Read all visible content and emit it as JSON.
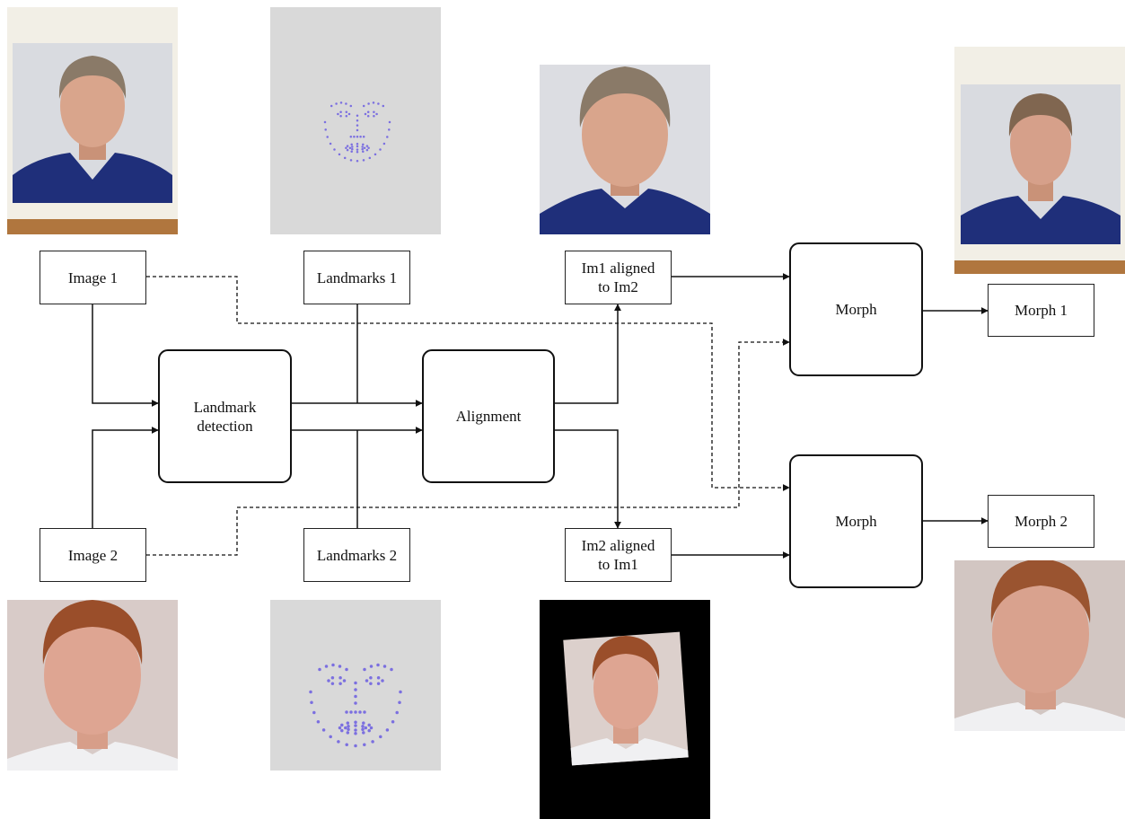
{
  "nodes": {
    "image1": "Image 1",
    "image2": "Image 2",
    "landmarks1": "Landmarks 1",
    "landmarks2": "Landmarks 2",
    "landmark_detection": "Landmark\ndetection",
    "alignment": "Alignment",
    "im1_aligned": "Im1 aligned\nto Im2",
    "im2_aligned": "Im2 aligned\nto Im1",
    "morph_top": "Morph",
    "morph_bottom": "Morph",
    "morph1": "Morph 1",
    "morph2": "Morph 2"
  },
  "photos": {
    "image1": "photo-older-man-blue-shirt",
    "landmarks1": "landmark-points-face-1",
    "im1_aligned": "photo-older-man-aligned",
    "morph1": "photo-morph-1",
    "image2": "photo-young-man-red-hair",
    "landmarks2": "landmark-points-face-2",
    "im2_aligned": "photo-young-man-aligned-rotated",
    "morph2": "photo-morph-2"
  },
  "colors": {
    "stroke": "#111111",
    "landmark_dots": "#7b6fe0",
    "landmark_bg": "#d9d9d9",
    "photo_bg": "#dcdde2",
    "shirt": "#1f2f7a",
    "skin": "#d9a58c",
    "hair_older": "#8a7a68",
    "hair_young": "#9a4e2a"
  }
}
